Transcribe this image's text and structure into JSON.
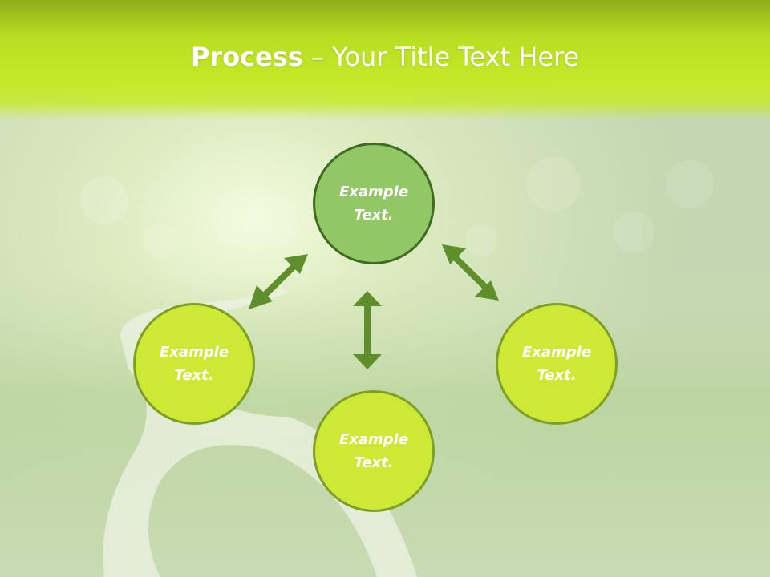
{
  "header": {
    "title_bold": "Process",
    "title_rest": " – Your Title Text Here"
  },
  "diagram": {
    "center": {
      "text": "Example Text."
    },
    "nodes": [
      {
        "text": "Example Text."
      },
      {
        "text": "Example Text."
      },
      {
        "text": "Example Text."
      }
    ]
  },
  "colors": {
    "header": "#c6ea2a",
    "center_fill": "#92c765",
    "center_border": "#3f6b22",
    "leaf_fill": "#cde835",
    "leaf_border": "#7ca025",
    "arrow": "#5f8f2d"
  }
}
